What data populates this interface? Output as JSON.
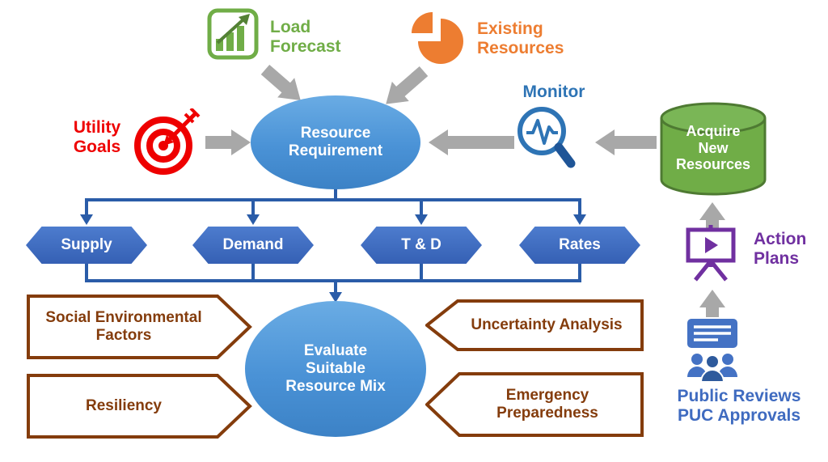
{
  "colors": {
    "green": "#70AD47",
    "orange": "#ED7D31",
    "red": "#EE0000",
    "node_blue": "#4A92D6",
    "hexagon_blue": "#3F6FC1",
    "connector_blue": "#2A5CA8",
    "monitor_blue": "#2E74B5",
    "reviews_blue": "#3F6BC0",
    "purple": "#7030A0",
    "brown": "#843C0C",
    "gray_arrow": "#A8A8A8"
  },
  "nodes": {
    "load_forecast": {
      "label": "Load\nForecast"
    },
    "existing_resources": {
      "label": "Existing\nResources"
    },
    "utility_goals": {
      "label": "Utility\nGoals"
    },
    "resource_requirement": {
      "label": "Resource\nRequirement"
    },
    "monitor": {
      "label": "Monitor"
    },
    "acquire_new_resources": {
      "label": "Acquire\nNew\nResources"
    },
    "evaluate_mix": {
      "label": "Evaluate\nSuitable\nResource Mix"
    },
    "action_plans": {
      "label": "Action\nPlans"
    },
    "public_reviews": {
      "label": "Public Reviews\nPUC Approvals"
    }
  },
  "hexagons": [
    {
      "label": "Supply"
    },
    {
      "label": "Demand"
    },
    {
      "label": "T & D"
    },
    {
      "label": "Rates"
    }
  ],
  "factors_left": [
    {
      "label": "Social Environmental\nFactors"
    },
    {
      "label": "Resiliency"
    }
  ],
  "factors_right": [
    {
      "label": "Uncertainty Analysis"
    },
    {
      "label": "Emergency\nPreparedness"
    }
  ]
}
